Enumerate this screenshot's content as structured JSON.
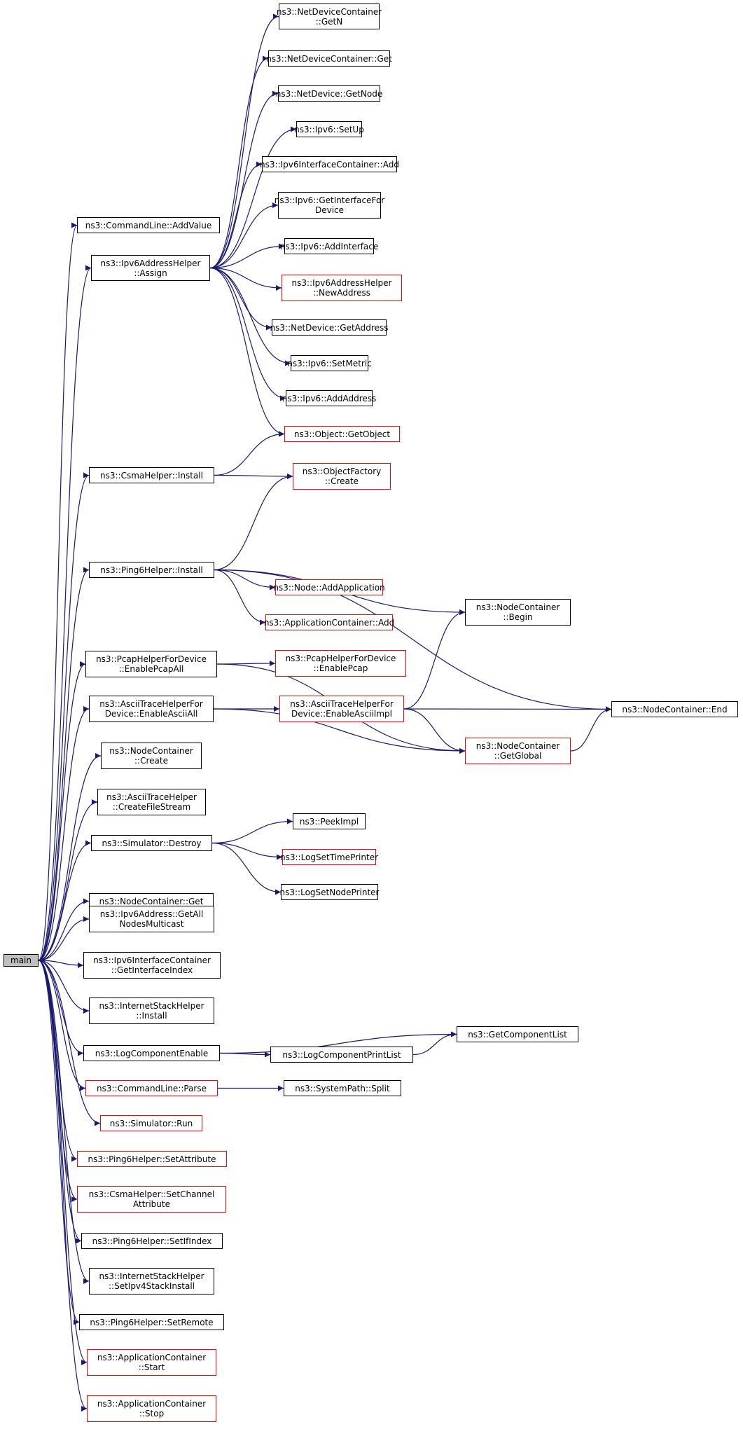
{
  "colors": {
    "edge": "#191970",
    "border": "#000000",
    "incomplete_border": "#ff0000",
    "root_fill": "#bfbfbf",
    "node_fill": "#ffffff"
  },
  "nodes": [
    {
      "id": "main",
      "lines": [
        "main"
      ],
      "style": "root"
    },
    {
      "id": "netdevcontainer_getn",
      "lines": [
        "ns3::NetDeviceContainer",
        "::GetN"
      ],
      "style": "normal"
    },
    {
      "id": "netdevcontainer_get",
      "lines": [
        "ns3::NetDeviceContainer::Get"
      ],
      "style": "normal"
    },
    {
      "id": "netdevice_getnode",
      "lines": [
        "ns3::NetDevice::GetNode"
      ],
      "style": "normal"
    },
    {
      "id": "ipv6_setup",
      "lines": [
        "ns3::Ipv6::SetUp"
      ],
      "style": "normal"
    },
    {
      "id": "ipv6ifcontainer_add",
      "lines": [
        "ns3::Ipv6InterfaceContainer::Add"
      ],
      "style": "normal"
    },
    {
      "id": "ipv6_getinterfacefordevice",
      "lines": [
        "ns3::Ipv6::GetInterfaceFor",
        "Device"
      ],
      "style": "normal"
    },
    {
      "id": "commandline_addvalue",
      "lines": [
        "ns3::CommandLine::AddValue"
      ],
      "style": "normal"
    },
    {
      "id": "ipv6_addinterface",
      "lines": [
        "ns3::Ipv6::AddInterface"
      ],
      "style": "normal"
    },
    {
      "id": "ipv6addresshelper_assign",
      "lines": [
        "ns3::Ipv6AddressHelper",
        "::Assign"
      ],
      "style": "normal"
    },
    {
      "id": "ipv6addresshelper_newaddress",
      "lines": [
        "ns3::Ipv6AddressHelper",
        "::NewAddress"
      ],
      "style": "incomplete"
    },
    {
      "id": "netdevice_getaddress",
      "lines": [
        "ns3::NetDevice::GetAddress"
      ],
      "style": "normal"
    },
    {
      "id": "ipv6_setmetric",
      "lines": [
        "ns3::Ipv6::SetMetric"
      ],
      "style": "normal"
    },
    {
      "id": "ipv6_addaddress",
      "lines": [
        "ns3::Ipv6::AddAddress"
      ],
      "style": "normal"
    },
    {
      "id": "object_getobject",
      "lines": [
        "ns3::Object::GetObject"
      ],
      "style": "incomplete"
    },
    {
      "id": "csmahelper_install",
      "lines": [
        "ns3::CsmaHelper::Install"
      ],
      "style": "normal"
    },
    {
      "id": "objectfactory_create",
      "lines": [
        "ns3::ObjectFactory",
        "::Create"
      ],
      "style": "incomplete"
    },
    {
      "id": "ping6helper_install",
      "lines": [
        "ns3::Ping6Helper::Install"
      ],
      "style": "normal"
    },
    {
      "id": "node_addapplication",
      "lines": [
        "ns3::Node::AddApplication"
      ],
      "style": "incomplete"
    },
    {
      "id": "nodecontainer_begin",
      "lines": [
        "ns3::NodeContainer",
        "::Begin"
      ],
      "style": "normal"
    },
    {
      "id": "appcontainer_add",
      "lines": [
        "ns3::ApplicationContainer::Add"
      ],
      "style": "incomplete"
    },
    {
      "id": "pcaphelperfordevice_enablepcapall",
      "lines": [
        "ns3::PcapHelperForDevice",
        "::EnablePcapAll"
      ],
      "style": "normal"
    },
    {
      "id": "pcaphelperfordevice_enablepcap",
      "lines": [
        "ns3::PcapHelperForDevice",
        "::EnablePcap"
      ],
      "style": "incomplete"
    },
    {
      "id": "asciitracehelperfordevice_enableasciiall",
      "lines": [
        "ns3::AsciiTraceHelperFor",
        "Device::EnableAsciiAll"
      ],
      "style": "normal"
    },
    {
      "id": "asciitracehelperfordevice_enableasciiimpl",
      "lines": [
        "ns3::AsciiTraceHelperFor",
        "Device::EnableAsciiImpl"
      ],
      "style": "incomplete"
    },
    {
      "id": "nodecontainer_end",
      "lines": [
        "ns3::NodeContainer::End"
      ],
      "style": "normal"
    },
    {
      "id": "nodecontainer_getglobal",
      "lines": [
        "ns3::NodeContainer",
        "::GetGlobal"
      ],
      "style": "incomplete"
    },
    {
      "id": "nodecontainer_create",
      "lines": [
        "ns3::NodeContainer",
        "::Create"
      ],
      "style": "normal"
    },
    {
      "id": "asciitracehelper_createfilestream",
      "lines": [
        "ns3::AsciiTraceHelper",
        "::CreateFileStream"
      ],
      "style": "normal"
    },
    {
      "id": "peekimpl",
      "lines": [
        "ns3::PeekImpl"
      ],
      "style": "normal"
    },
    {
      "id": "simulator_destroy",
      "lines": [
        "ns3::Simulator::Destroy"
      ],
      "style": "normal"
    },
    {
      "id": "logsettimeprinter",
      "lines": [
        "ns3::LogSetTimePrinter"
      ],
      "style": "incomplete"
    },
    {
      "id": "logsetnodeprinter",
      "lines": [
        "ns3::LogSetNodePrinter"
      ],
      "style": "normal"
    },
    {
      "id": "nodecontainer_get",
      "lines": [
        "ns3::NodeContainer::Get"
      ],
      "style": "normal"
    },
    {
      "id": "ipv6address_getallnodesmulticast",
      "lines": [
        "ns3::Ipv6Address::GetAll",
        "NodesMulticast"
      ],
      "style": "normal"
    },
    {
      "id": "ipv6ifcontainer_getinterfaceindex",
      "lines": [
        "ns3::Ipv6InterfaceContainer",
        "::GetInterfaceIndex"
      ],
      "style": "normal"
    },
    {
      "id": "internetstackhelper_install",
      "lines": [
        "ns3::InternetStackHelper",
        "::Install"
      ],
      "style": "normal"
    },
    {
      "id": "getcomponentlist",
      "lines": [
        "ns3::GetComponentList"
      ],
      "style": "normal"
    },
    {
      "id": "logcomponentenable",
      "lines": [
        "ns3::LogComponentEnable"
      ],
      "style": "normal"
    },
    {
      "id": "logcomponentprintlist",
      "lines": [
        "ns3::LogComponentPrintList"
      ],
      "style": "normal"
    },
    {
      "id": "commandline_parse",
      "lines": [
        "ns3::CommandLine::Parse"
      ],
      "style": "incomplete"
    },
    {
      "id": "systempath_split",
      "lines": [
        "ns3::SystemPath::Split"
      ],
      "style": "normal"
    },
    {
      "id": "simulator_run",
      "lines": [
        "ns3::Simulator::Run"
      ],
      "style": "incomplete"
    },
    {
      "id": "ping6helper_setattribute",
      "lines": [
        "ns3::Ping6Helper::SetAttribute"
      ],
      "style": "incomplete"
    },
    {
      "id": "csmahelper_setchannelattribute",
      "lines": [
        "ns3::CsmaHelper::SetChannel",
        "Attribute"
      ],
      "style": "incomplete"
    },
    {
      "id": "ping6helper_setifindex",
      "lines": [
        "ns3::Ping6Helper::SetIfIndex"
      ],
      "style": "normal"
    },
    {
      "id": "internetstackhelper_setipv4stackinstall",
      "lines": [
        "ns3::InternetStackHelper",
        "::SetIpv4StackInstall"
      ],
      "style": "normal"
    },
    {
      "id": "ping6helper_setremote",
      "lines": [
        "ns3::Ping6Helper::SetRemote"
      ],
      "style": "normal"
    },
    {
      "id": "appcontainer_start",
      "lines": [
        "ns3::ApplicationContainer",
        "::Start"
      ],
      "style": "incomplete"
    },
    {
      "id": "appcontainer_stop",
      "lines": [
        "ns3::ApplicationContainer",
        "::Stop"
      ],
      "style": "incomplete"
    }
  ],
  "edges": [
    [
      "main",
      "commandline_addvalue"
    ],
    [
      "main",
      "ipv6addresshelper_assign"
    ],
    [
      "main",
      "csmahelper_install"
    ],
    [
      "main",
      "ping6helper_install"
    ],
    [
      "main",
      "pcaphelperfordevice_enablepcapall"
    ],
    [
      "main",
      "asciitracehelperfordevice_enableasciiall"
    ],
    [
      "main",
      "nodecontainer_create"
    ],
    [
      "main",
      "asciitracehelper_createfilestream"
    ],
    [
      "main",
      "simulator_destroy"
    ],
    [
      "main",
      "nodecontainer_get"
    ],
    [
      "main",
      "ipv6address_getallnodesmulticast"
    ],
    [
      "main",
      "ipv6ifcontainer_getinterfaceindex"
    ],
    [
      "main",
      "internetstackhelper_install"
    ],
    [
      "main",
      "logcomponentenable"
    ],
    [
      "main",
      "commandline_parse"
    ],
    [
      "main",
      "simulator_run"
    ],
    [
      "main",
      "ping6helper_setattribute"
    ],
    [
      "main",
      "csmahelper_setchannelattribute"
    ],
    [
      "main",
      "ping6helper_setifindex"
    ],
    [
      "main",
      "internetstackhelper_setipv4stackinstall"
    ],
    [
      "main",
      "ping6helper_setremote"
    ],
    [
      "main",
      "appcontainer_start"
    ],
    [
      "main",
      "appcontainer_stop"
    ],
    [
      "ipv6addresshelper_assign",
      "netdevcontainer_getn"
    ],
    [
      "ipv6addresshelper_assign",
      "netdevcontainer_get"
    ],
    [
      "ipv6addresshelper_assign",
      "netdevice_getnode"
    ],
    [
      "ipv6addresshelper_assign",
      "ipv6_setup"
    ],
    [
      "ipv6addresshelper_assign",
      "ipv6ifcontainer_add"
    ],
    [
      "ipv6addresshelper_assign",
      "ipv6_getinterfacefordevice"
    ],
    [
      "ipv6addresshelper_assign",
      "ipv6_addinterface"
    ],
    [
      "ipv6addresshelper_assign",
      "ipv6addresshelper_newaddress"
    ],
    [
      "ipv6addresshelper_assign",
      "netdevice_getaddress"
    ],
    [
      "ipv6addresshelper_assign",
      "ipv6_setmetric"
    ],
    [
      "ipv6addresshelper_assign",
      "ipv6_addaddress"
    ],
    [
      "ipv6addresshelper_assign",
      "object_getobject"
    ],
    [
      "csmahelper_install",
      "object_getobject"
    ],
    [
      "csmahelper_install",
      "objectfactory_create"
    ],
    [
      "ping6helper_install",
      "objectfactory_create"
    ],
    [
      "ping6helper_install",
      "node_addapplication"
    ],
    [
      "ping6helper_install",
      "appcontainer_add"
    ],
    [
      "ping6helper_install",
      "nodecontainer_begin"
    ],
    [
      "ping6helper_install",
      "nodecontainer_end"
    ],
    [
      "pcaphelperfordevice_enablepcapall",
      "pcaphelperfordevice_enablepcap"
    ],
    [
      "pcaphelperfordevice_enablepcapall",
      "nodecontainer_getglobal"
    ],
    [
      "asciitracehelperfordevice_enableasciiall",
      "asciitracehelperfordevice_enableasciiimpl"
    ],
    [
      "asciitracehelperfordevice_enableasciiall",
      "nodecontainer_getglobal"
    ],
    [
      "asciitracehelperfordevice_enableasciiimpl",
      "nodecontainer_begin"
    ],
    [
      "asciitracehelperfordevice_enableasciiimpl",
      "nodecontainer_end"
    ],
    [
      "asciitracehelperfordevice_enableasciiimpl",
      "nodecontainer_getglobal"
    ],
    [
      "nodecontainer_getglobal",
      "nodecontainer_end"
    ],
    [
      "simulator_destroy",
      "peekimpl"
    ],
    [
      "simulator_destroy",
      "logsettimeprinter"
    ],
    [
      "simulator_destroy",
      "logsetnodeprinter"
    ],
    [
      "logcomponentenable",
      "logcomponentprintlist"
    ],
    [
      "logcomponentenable",
      "getcomponentlist"
    ],
    [
      "logcomponentprintlist",
      "getcomponentlist"
    ],
    [
      "commandline_parse",
      "systempath_split"
    ]
  ]
}
